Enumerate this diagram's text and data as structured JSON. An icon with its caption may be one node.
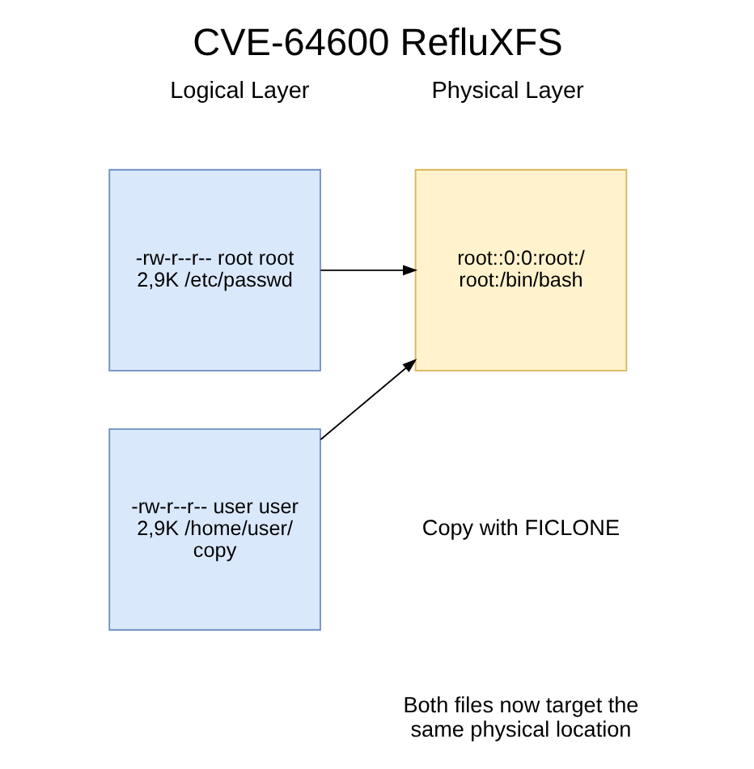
{
  "diagram": {
    "title": "CVE-64600 RefluXFS",
    "nodes": [
      {
        "text": [
          "-rw-r--r-- root root 2,9K /etc/passwd"
        ]
      },
      {
        "text": [
          "-rw-r--r-- user user 2,9K /home/user/ copy"
        ]
      },
      {
        "text": [
          "root::0:0:root:/ root:/bin/bash"
        ]
      }
    ],
    "edges": [
      {
        "from": 0,
        "to": 2,
        "arrow": "to"
      },
      {
        "from": 1,
        "to": 2,
        "arrow": "to"
      }
    ],
    "labels": [
      "Logical Layer",
      "Physical Layer",
      "Copy with FICLONE",
      "Both files now target the same physical location"
    ]
  }
}
